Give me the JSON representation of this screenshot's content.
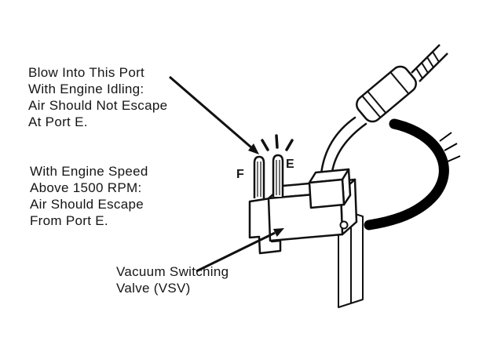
{
  "colors": {
    "background": "#ffffff",
    "ink": "#111111"
  },
  "notes": {
    "blow_port": {
      "lines": [
        "Blow Into This Port",
        "With Engine Idling:",
        "Air Should Not Escape",
        "At Port E."
      ]
    },
    "engine_speed": {
      "lines": [
        "With Engine Speed",
        "Above 1500 RPM:",
        "Air Should Escape",
        "From Port E."
      ]
    },
    "valve": {
      "lines": [
        "Vacuum Switching",
        "Valve (VSV)"
      ]
    }
  },
  "port_labels": {
    "f": "F",
    "e": "E"
  }
}
